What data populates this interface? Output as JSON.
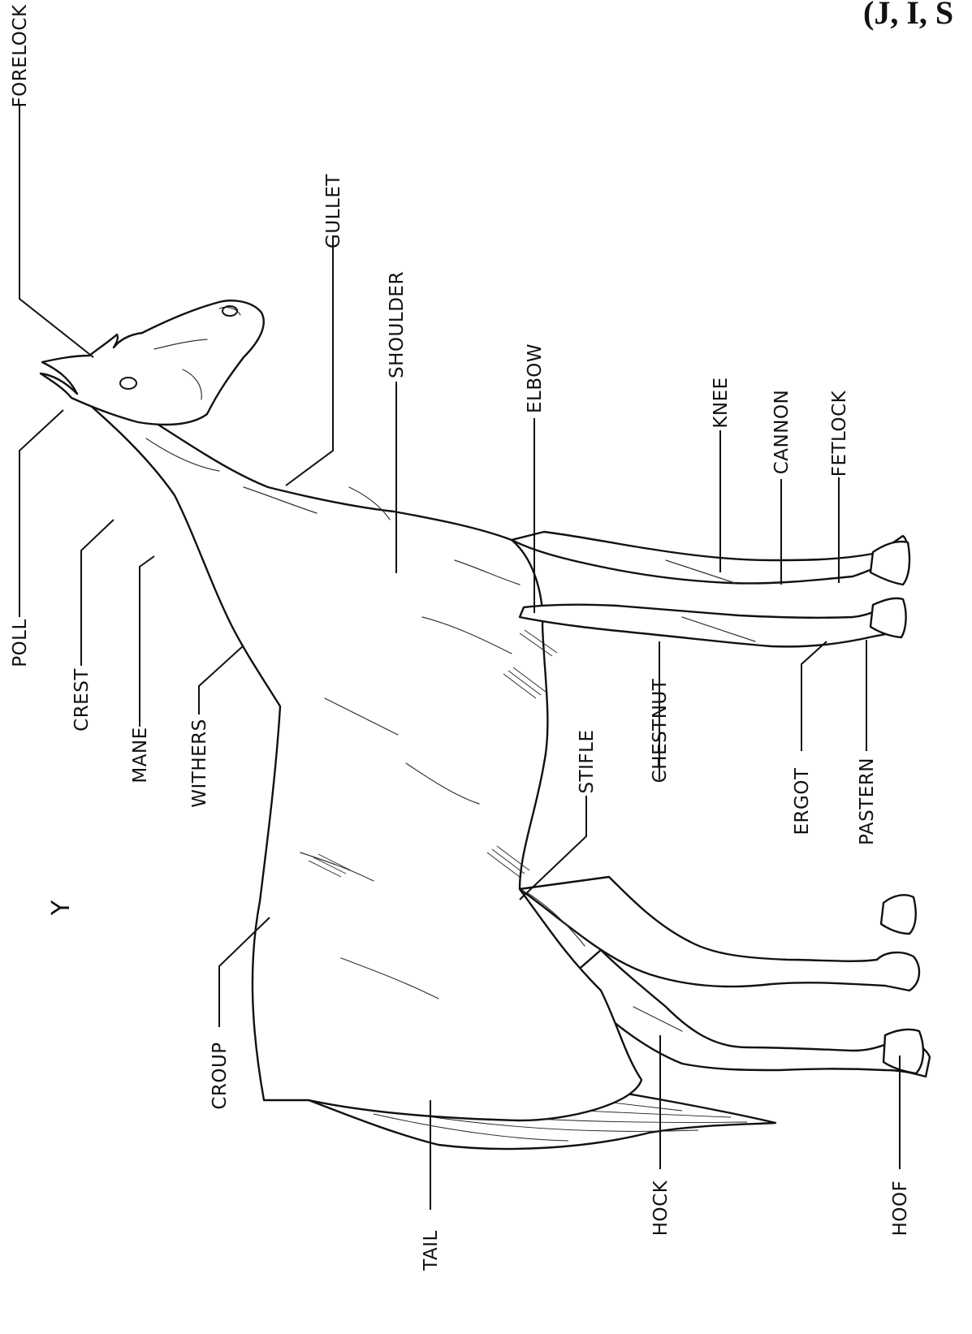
{
  "header": {
    "title": "(J, I, S"
  },
  "figure": {
    "letter": "Y"
  },
  "labels": {
    "forelock": "FORELOCK",
    "gullet": "GULLET",
    "shoulder": "SHOULDER",
    "elbow": "ELBOW",
    "knee": "KNEE",
    "cannon": "CANNON",
    "fetlock": "FETLOCK",
    "poll": "POLL",
    "crest": "CREST",
    "mane": "MANE",
    "withers": "WITHERS",
    "chestnut": "CHESTNUT",
    "stifle": "STIFLE",
    "ergot": "ERGOT",
    "pastern": "PASTERN",
    "croup": "CROUP",
    "tail": "TAIL",
    "hock": "HOCK",
    "hoof": "HOOF"
  }
}
